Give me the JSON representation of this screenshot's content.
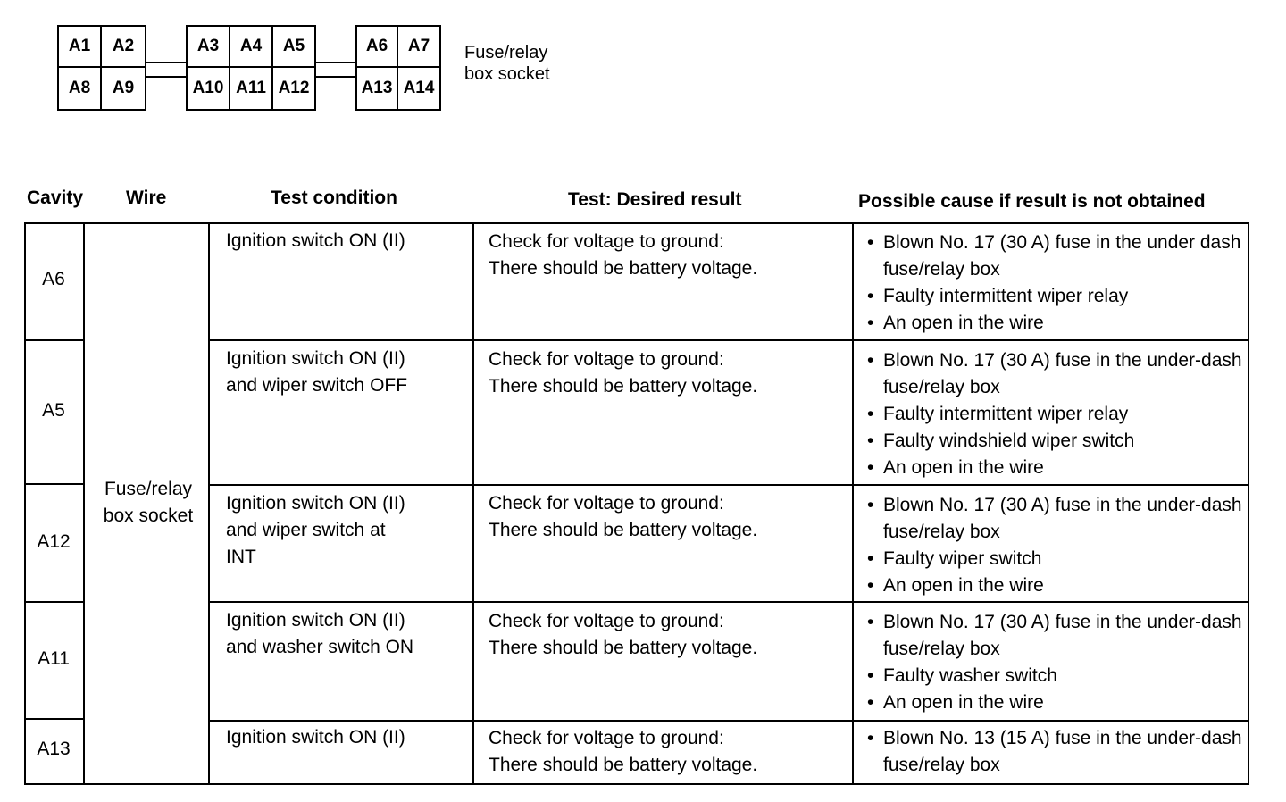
{
  "connector": {
    "groups": [
      {
        "pins": [
          "A1",
          "A2",
          "A8",
          "A9"
        ]
      },
      {
        "pins": [
          "A3",
          "A4",
          "A5",
          "A10",
          "A11",
          "A12"
        ]
      },
      {
        "pins": [
          "A6",
          "A7",
          "A13",
          "A14"
        ]
      }
    ],
    "label_line1": "Fuse/relay",
    "label_line2": "box socket"
  },
  "headers": {
    "cavity": "Cavity",
    "wire": "Wire",
    "test_condition": "Test condition",
    "desired_result": "Test: Desired result",
    "possible_cause": "Possible cause if result is not obtained"
  },
  "wire": {
    "line1": "Fuse/relay",
    "line2": "box socket"
  },
  "rows": [
    {
      "cavity": "A6",
      "condition": [
        "Ignition switch ON (II)"
      ],
      "result": [
        "Check for voltage to ground:",
        "There should be battery voltage."
      ],
      "causes": [
        "Blown No. 17 (30 A) fuse in the under dash fuse/relay box",
        "Faulty intermittent wiper relay",
        "An open in the wire"
      ]
    },
    {
      "cavity": "A5",
      "condition": [
        "Ignition switch ON (II)",
        "and wiper switch OFF"
      ],
      "result": [
        "Check for voltage to ground:",
        "There should be battery voltage."
      ],
      "causes": [
        "Blown No. 17 (30 A) fuse in the under-dash fuse/relay box",
        "Faulty intermittent wiper relay",
        "Faulty windshield wiper switch",
        "An open in the wire"
      ]
    },
    {
      "cavity": "A12",
      "condition": [
        "Ignition switch ON (II)",
        "and wiper switch at",
        "INT"
      ],
      "result": [
        "Check for voltage to ground:",
        "There should be battery voltage."
      ],
      "causes": [
        "Blown No. 17 (30 A) fuse in the under-dash fuse/relay box",
        "Faulty wiper switch",
        "An open in the wire"
      ]
    },
    {
      "cavity": "A11",
      "condition": [
        "Ignition switch ON (II)",
        "and washer switch ON"
      ],
      "result": [
        "Check for voltage to ground:",
        "There should be battery voltage."
      ],
      "causes": [
        "Blown No. 17 (30 A) fuse in the under-dash fuse/relay box",
        "Faulty washer switch",
        "An open in the wire"
      ]
    },
    {
      "cavity": "A13",
      "condition": [
        "Ignition switch ON (II)"
      ],
      "result": [
        "Check for voltage to ground:",
        "There should be battery voltage."
      ],
      "causes": [
        "Blown No. 13 (15 A) fuse in the under-dash fuse/relay box"
      ]
    }
  ]
}
